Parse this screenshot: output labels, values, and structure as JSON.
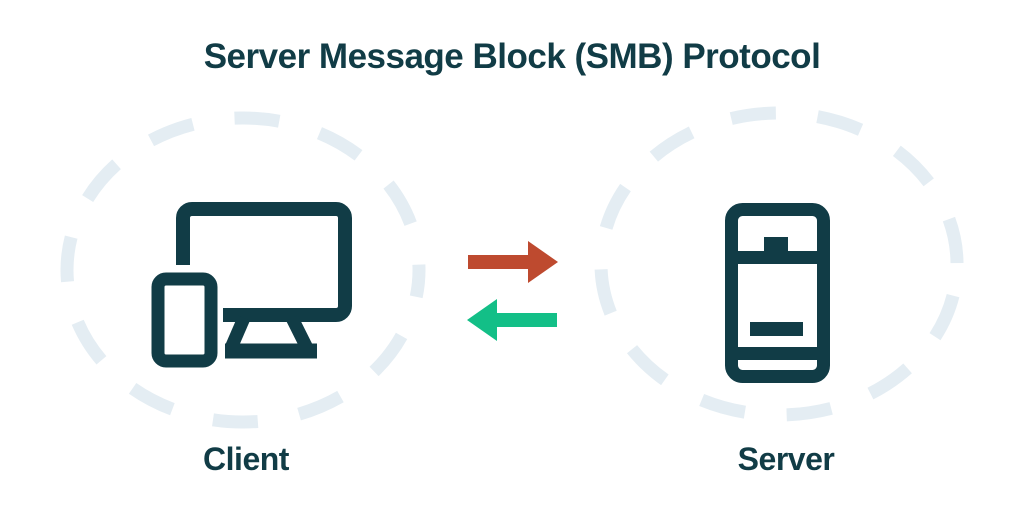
{
  "title": "Server Message Block (SMB) Protocol",
  "nodes": {
    "client": {
      "label": "Client",
      "icon": "client-devices-icon"
    },
    "server": {
      "label": "Server",
      "icon": "server-tower-icon"
    }
  },
  "arrows": {
    "request": {
      "direction": "client-to-server",
      "color": "#be4a2f"
    },
    "response": {
      "direction": "server-to-client",
      "color": "#13bf87"
    }
  },
  "colors": {
    "ink": "#113c46",
    "arrow-red": "#be4a2f",
    "arrow-green": "#13bf87",
    "dash": "#e4edf3",
    "bg": "#ffffff"
  }
}
